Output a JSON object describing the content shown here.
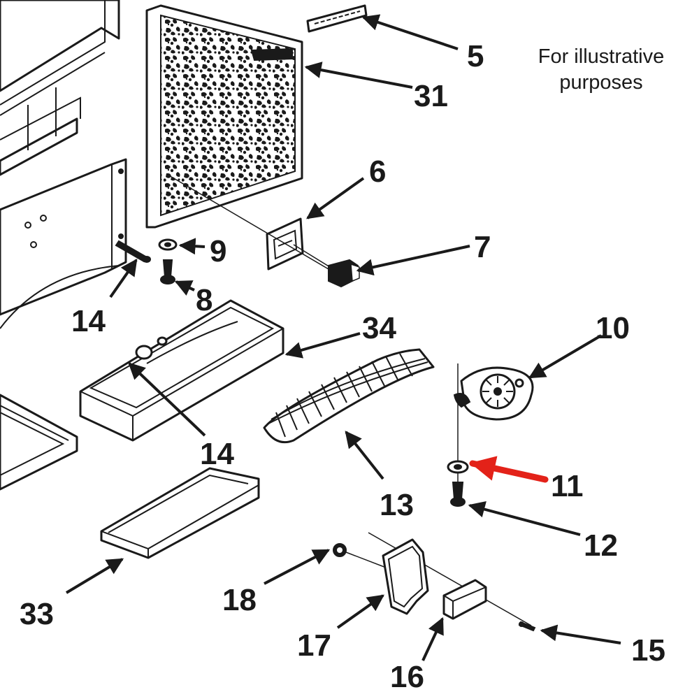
{
  "note": {
    "line1": "For illustrative",
    "line2": "purposes"
  },
  "callouts": [
    {
      "id": "5",
      "label": "5"
    },
    {
      "id": "31",
      "label": "31"
    },
    {
      "id": "6",
      "label": "6"
    },
    {
      "id": "7",
      "label": "7"
    },
    {
      "id": "9",
      "label": "9"
    },
    {
      "id": "8",
      "label": "8"
    },
    {
      "id": "14a",
      "label": "14"
    },
    {
      "id": "34",
      "label": "34"
    },
    {
      "id": "10",
      "label": "10"
    },
    {
      "id": "14b",
      "label": "14"
    },
    {
      "id": "11",
      "label": "11"
    },
    {
      "id": "13",
      "label": "13"
    },
    {
      "id": "12",
      "label": "12"
    },
    {
      "id": "18",
      "label": "18"
    },
    {
      "id": "33",
      "label": "33"
    },
    {
      "id": "17",
      "label": "17"
    },
    {
      "id": "15",
      "label": "15"
    },
    {
      "id": "16",
      "label": "16"
    }
  ],
  "highlight": {
    "callout": "11",
    "color": "#e32219"
  },
  "colors": {
    "ink": "#1a1a1a",
    "background": "#ffffff"
  }
}
